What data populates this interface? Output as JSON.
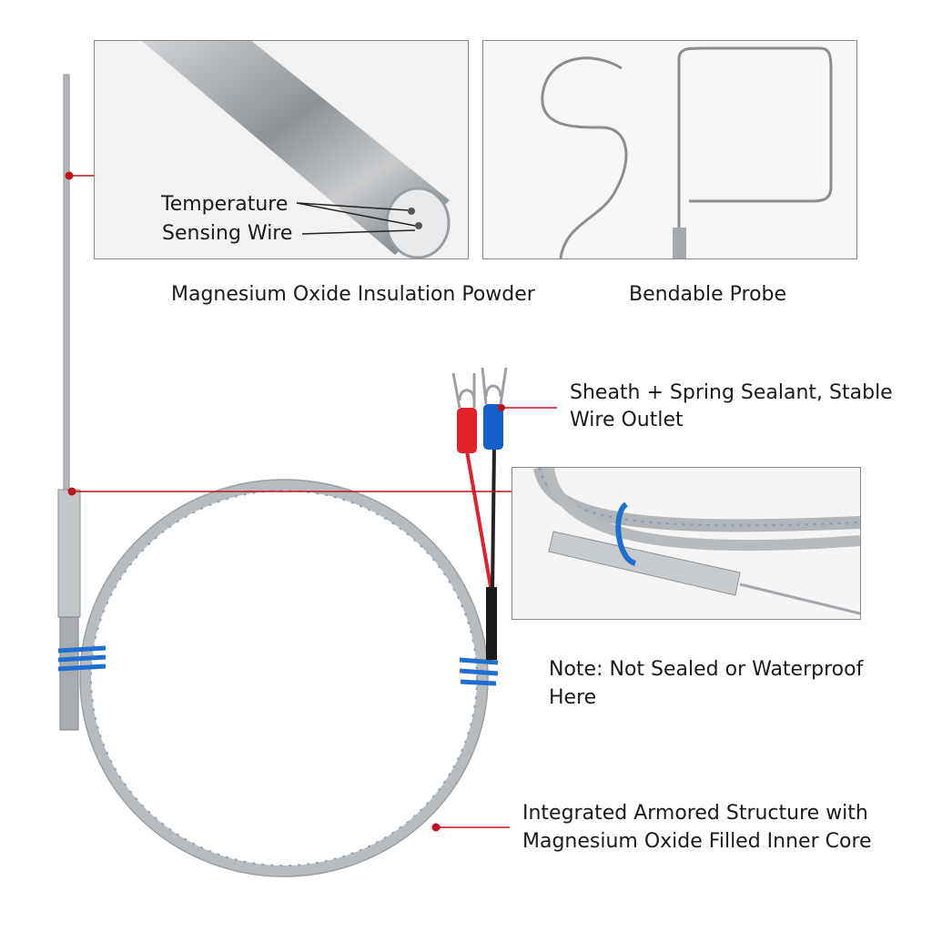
{
  "panels": {
    "insulation": {
      "callout_line1": "Temperature",
      "callout_line2": "Sensing Wire",
      "caption": "Magnesium Oxide Insulation Powder"
    },
    "bendable": {
      "caption": "Bendable Probe"
    }
  },
  "annotations": {
    "sheath_line1": "Sheath + Spring Sealant, Stable",
    "sheath_line2": "Wire Outlet",
    "note_line1": "Note: Not Sealed or Waterproof",
    "note_line2": "Here",
    "armored_line1": "Integrated Armored Structure with",
    "armored_line2": "Magnesium Oxide Filled Inner Core"
  },
  "colors": {
    "callout_red": "#c0121a",
    "binding_blue": "#1f6fd1",
    "terminal_red": "#e0202a",
    "terminal_blue": "#1560c8",
    "metal": "#b8bcc0"
  }
}
